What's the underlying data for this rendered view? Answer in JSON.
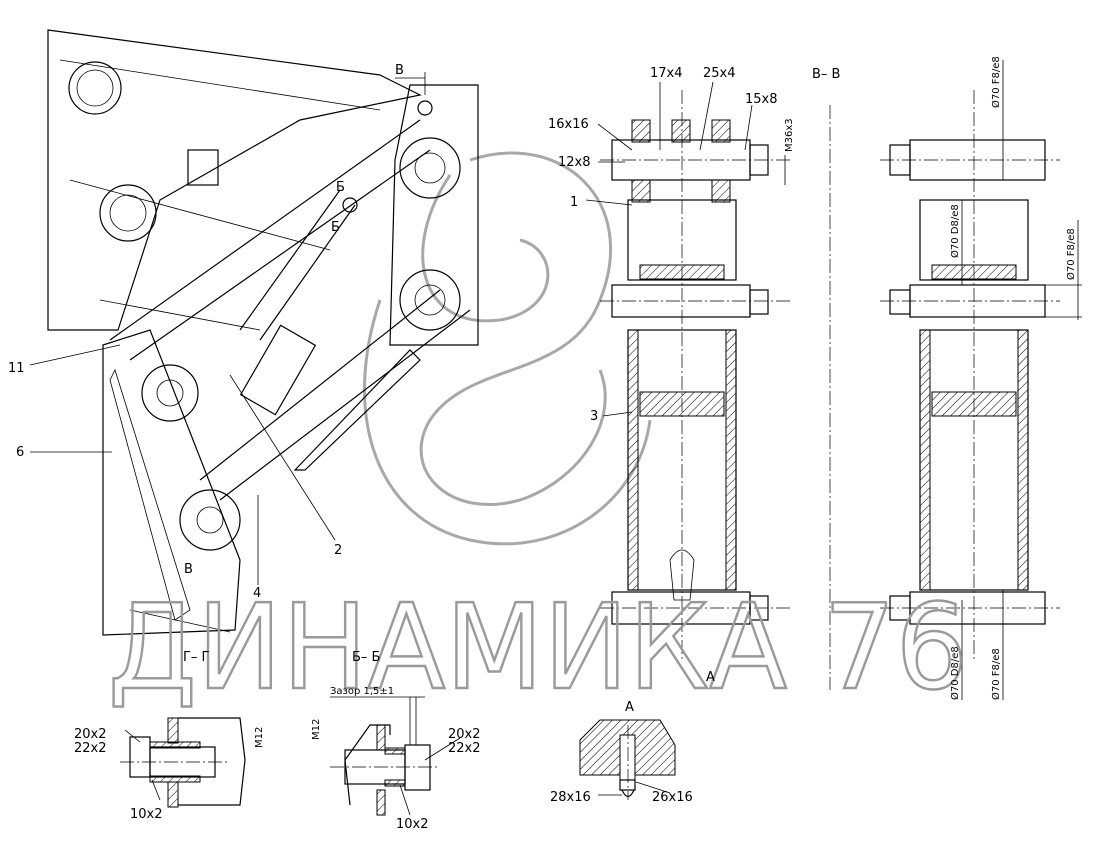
{
  "watermark": {
    "text": "ДИНАМИКА 76"
  },
  "labels": {
    "view_v": "В",
    "dim_17x4": "17x4",
    "dim_25x4": "25x4",
    "section_vv": "В– В",
    "dim_15x8": "15x8",
    "dim_16x16": "16x16",
    "dim_12x8": "12x8",
    "pos_1": "1",
    "pos_3": "3",
    "pos_11": "11",
    "pos_6": "6",
    "pos_2": "2",
    "pos_4": "4",
    "view_v2": "В",
    "view_b1": "Б",
    "view_b2": "Б",
    "section_gg": "Г– Г",
    "section_bb": "Б– Б",
    "callout_a": "A",
    "gap": "Зазор 1,5±1",
    "gg_20x2": "20x2",
    "gg_22x2": "22x2",
    "gg_m12": "M12",
    "gg_10x2": "10x2",
    "bb_m12": "M12",
    "bb_20x2": "20x2",
    "bb_22x2": "22x2",
    "bb_10x2": "10x2",
    "detail_a": "A",
    "a_28x16": "28x16",
    "a_26x16": "26x16",
    "m36x3": "M36x3",
    "fit_top": "Ø70 F8/e8",
    "fit_d8_top": "Ø70 D8/e8",
    "fit_mid": "Ø70 F8/e8",
    "fit_d8_bot": "Ø70 D8/e8",
    "fit_bot": "Ø70 F8/e8"
  }
}
